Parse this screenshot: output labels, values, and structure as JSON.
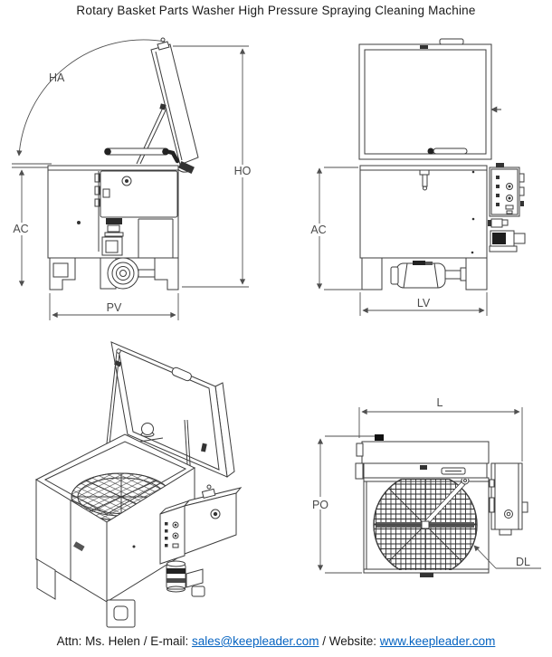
{
  "title": "Rotary Basket Parts Washer High Pressure Spraying Cleaning Machine",
  "dimension_labels": {
    "front_view": {
      "hinge_angle": "HA",
      "overall_height": "HO",
      "cabinet_height": "AC",
      "width": "PV"
    },
    "side_view": {
      "cabinet_height": "AC",
      "depth": "LV"
    },
    "top_view": {
      "length": "L",
      "depth": "PO",
      "basket_diameter": "DL"
    }
  },
  "footer": {
    "prefix": "Attn: Ms. Helen / E-mail: ",
    "email": "sales@keepleader.com",
    "separator": " / Website: ",
    "website": "www.keepleader.com"
  },
  "colors": {
    "line": "#3d3d3d",
    "dimension": "#4f4f4f",
    "link": "#0563c1",
    "background": "#ffffff"
  }
}
